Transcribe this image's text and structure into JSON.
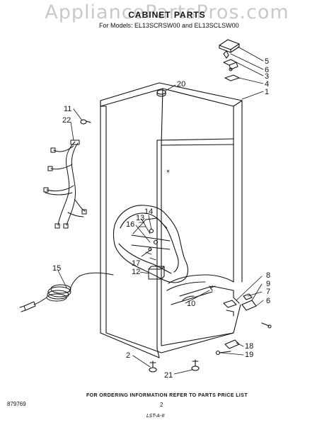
{
  "watermark": "AppliancePartsPros.com",
  "title": "CABINET PARTS",
  "subtitle": "For Models: EL13SCRSW00 and EL13SCLSW00",
  "callouts": [
    "5",
    "6",
    "3",
    "4",
    "1",
    "20",
    "11",
    "22",
    "14",
    "13",
    "16",
    "17",
    "12",
    "15",
    "8",
    "9",
    "7",
    "6",
    "10",
    "18",
    "19",
    "2",
    "21"
  ],
  "footer": "FOR ORDERING INFORMATION REFER TO PARTS PRICE LIST",
  "doc_number": "879769",
  "page_number": "2",
  "handwritten_note": "LST-A-II"
}
